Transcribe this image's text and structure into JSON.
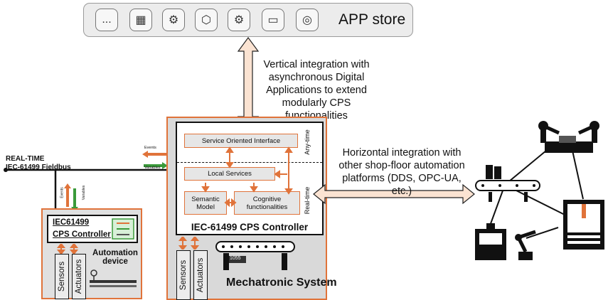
{
  "app_store": {
    "label": "APP store",
    "icons": [
      {
        "name": "more-apps-icon",
        "glyph": "..."
      },
      {
        "name": "factory-line-icon",
        "glyph": "▦"
      },
      {
        "name": "robot-arm-icon",
        "glyph": "⚙"
      },
      {
        "name": "conveyor-box-icon",
        "glyph": "⬡"
      },
      {
        "name": "twin-robots-icon",
        "glyph": "⚙"
      },
      {
        "name": "monitor-icon",
        "glyph": "▭"
      },
      {
        "name": "loading-ring-icon",
        "glyph": "◎"
      }
    ]
  },
  "vertical_text": "Vertical integration with asynchronous Digital Applications to extend modularly CPS functionalities",
  "vertical_lines": [
    "Vertical integration with",
    "asynchronous Digital",
    "Applications to extend",
    "modularly CPS functionalities"
  ],
  "horizontal_lines": [
    "Horizontal integration with",
    "other shop-floor automation",
    "platforms (DDS, OPC-UA, etc.)"
  ],
  "fieldbus": {
    "line1": "Real-time",
    "line2": "IEC-61499 Fieldbus"
  },
  "events_label": "Events",
  "variables_label": "Variables",
  "cps": {
    "soi": "Service Oriented Interface",
    "local_services": "Local Services",
    "semantic_model": "Semantic Model",
    "cognitive": "Cognitive functionalities",
    "any_time": "Any-time",
    "real_time": "Real-time",
    "title": "IEC-61499 CPS Controller"
  },
  "mechatronic": {
    "label": "Mechatronic System",
    "sensors": "Sensors",
    "actuators": "Actuators",
    "counter": "1055"
  },
  "automation": {
    "cps_line1": "IEC61499",
    "cps_line2": "CPS Controller",
    "device_line1": "Automation",
    "device_line2": "device",
    "sensors": "Sensors",
    "actuators": "Actuators"
  },
  "colors": {
    "orange": "#e0733a",
    "green": "#3a9a3a",
    "gray_fill": "#d9d9d9",
    "arrow_fill": "#fbe3d2"
  }
}
